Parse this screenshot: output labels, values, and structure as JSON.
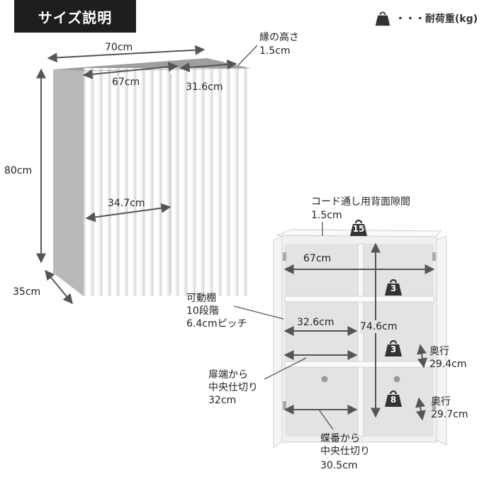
{
  "header": {
    "badge": "サイズ説明",
    "legend_label": "・・・耐荷重(kg)"
  },
  "icons": {
    "legend": "weight-icon",
    "dims": "dimension-arrow-icon"
  },
  "colors": {
    "badge_bg": "#1e1e1e",
    "weight_icon": "#333333",
    "arrow": "#555555"
  },
  "cabinet_front": {
    "width": "70cm",
    "edge_height_title": "縁の高さ",
    "edge_height_value": "1.5cm",
    "inner_width": "67cm",
    "top_depth": "31.6cm",
    "height": "80cm",
    "door_width": "34.7cm",
    "depth": "35cm"
  },
  "cabinet_open": {
    "cable_gap_title": "コード通し用背面隙間",
    "cable_gap_value": "1.5cm",
    "inner_width": "67cm",
    "shelf_title": "可動棚",
    "shelf_steps": "10段階",
    "shelf_pitch": "6.4cmピッチ",
    "shelf_width": "32.6cm",
    "inner_height": "74.6cm",
    "door_edge_title_1": "扉端から",
    "door_edge_title_2": "中央仕切り",
    "door_edge_value": "32cm",
    "depth1_title": "奥行",
    "depth1_value": "29.4cm",
    "depth2_title": "奥行",
    "depth2_value": "29.7cm",
    "hinge_title_1": "蝶番から",
    "hinge_title_2": "中央仕切り",
    "hinge_value": "30.5cm"
  },
  "load_capacity": {
    "top": "15",
    "shelf_upper": "3",
    "shelf_middle": "3",
    "bottom": "8"
  }
}
